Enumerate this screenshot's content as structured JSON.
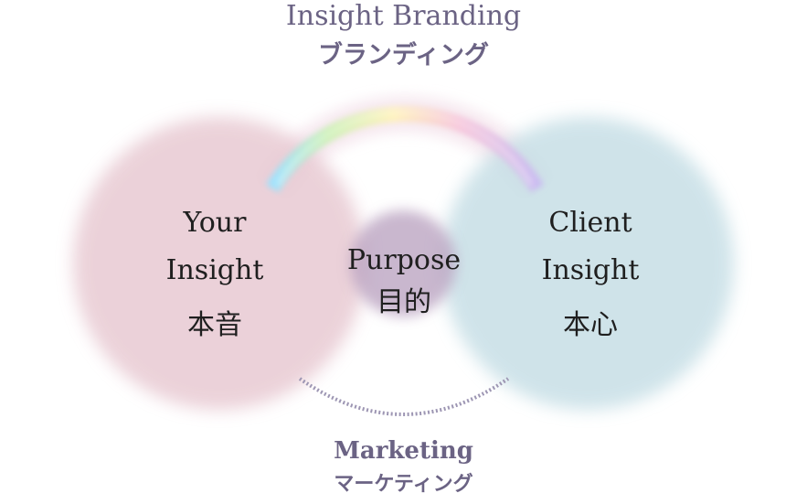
{
  "title": {
    "en": "Insight Branding",
    "ja": "ブランディング"
  },
  "circles": {
    "left": {
      "lines": [
        "Your",
        "Insight",
        "本音"
      ],
      "color": "#e8cad3"
    },
    "right": {
      "lines": [
        "Client",
        "Insight",
        "本心"
      ],
      "color": "#c7dfe6"
    },
    "center": {
      "lines": [
        "Purpose",
        "目的"
      ],
      "color": "#b79fbe"
    }
  },
  "marketing": {
    "en": "Marketing",
    "ja": "マーケティング"
  },
  "colors": {
    "accent_text": "#6b6384",
    "arc_dotted": "#9d96b3"
  }
}
